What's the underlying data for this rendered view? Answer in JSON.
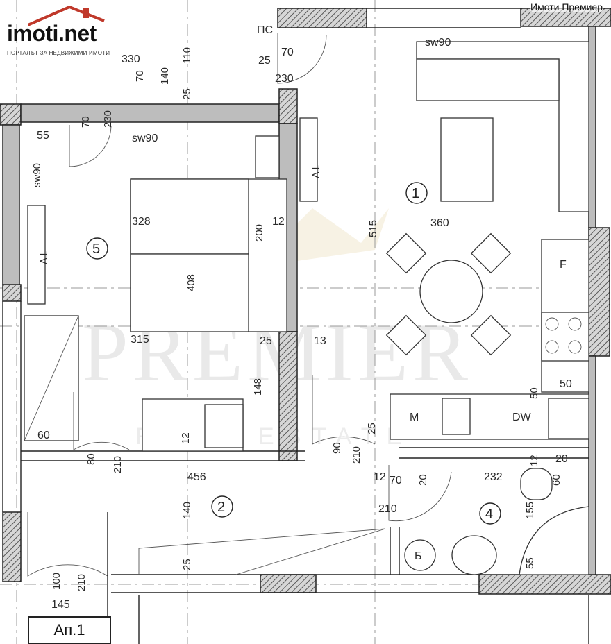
{
  "header": {
    "logo_text": "imoti.net",
    "logo_tagline": "ПОРТАЛЪТ ЗА НЕДВИЖИМИ ИМОТИ",
    "caption": "Имоти Премиер"
  },
  "watermark": {
    "main": "PREMIER",
    "sub": "REAL ESTATE"
  },
  "apartment_label": "Ап.1",
  "rooms": {
    "r1": "1",
    "r2": "2",
    "r4": "4",
    "r5": "5",
    "boiler": "Б"
  },
  "fixtures": {
    "sw90_top": "sw90",
    "sw90_mid": "sw90",
    "sw90_left": "sw90",
    "tv_1": "TV",
    "tv_2": "TV",
    "ps": "ПС",
    "fridge": "F",
    "wm": "M",
    "dw": "DW"
  },
  "dimensions": {
    "d330": "330",
    "d70a": "70",
    "d140a": "140",
    "d110": "110",
    "d25a": "25",
    "d70b": "70",
    "d230a": "230",
    "d25b": "25",
    "d70c": "70",
    "d230b": "230",
    "d55": "55",
    "d328": "328",
    "d200": "200",
    "d12a": "12",
    "d515": "515",
    "d360": "360",
    "d408": "408",
    "d315": "315",
    "d25c": "25",
    "d13": "13",
    "d148": "148",
    "d12b": "12",
    "d50a": "50",
    "d50b": "50",
    "d60": "60",
    "d80": "80",
    "d210a": "210",
    "d90": "90",
    "d210b": "210",
    "d25d": "25",
    "d456": "456",
    "d12c": "12",
    "d70d": "70",
    "d20a": "20",
    "d232": "232",
    "d12d": "12",
    "d20b": "20",
    "d60b": "60",
    "d140b": "140",
    "d210c": "210",
    "d155": "155",
    "d25e": "25",
    "d55b": "55",
    "d100": "100",
    "d210d": "210",
    "d145": "145"
  }
}
